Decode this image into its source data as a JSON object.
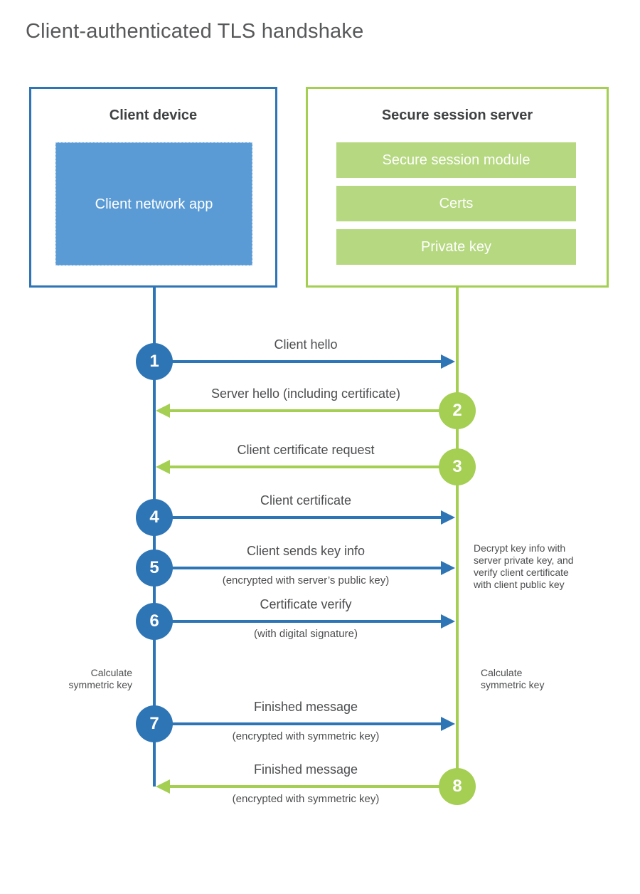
{
  "title": "Client-authenticated TLS handshake",
  "client_box": {
    "title": "Client device",
    "app_label": "Client network app"
  },
  "server_box": {
    "title": "Secure session server",
    "modules": [
      "Secure session module",
      "Certs",
      "Private key"
    ]
  },
  "steps": [
    {
      "number": "1",
      "label": "Client hello",
      "sublabel": ""
    },
    {
      "number": "2",
      "label": "Server hello (including certificate)",
      "sublabel": ""
    },
    {
      "number": "3",
      "label": "Client certificate request",
      "sublabel": ""
    },
    {
      "number": "4",
      "label": "Client certificate",
      "sublabel": ""
    },
    {
      "number": "5",
      "label": "Client sends key info",
      "sublabel": "(encrypted with server’s public key)"
    },
    {
      "number": "6",
      "label": "Certificate verify",
      "sublabel": "(with digital signature)"
    },
    {
      "number": "7",
      "label": "Finished message",
      "sublabel": "(encrypted with symmetric key)"
    },
    {
      "number": "8",
      "label": "Finished message",
      "sublabel": "(encrypted with symmetric key)"
    }
  ],
  "notes": {
    "decrypt": "Decrypt key info with server private key, and verify client certificate with client public key",
    "calc_left": "Calculate symmetric key",
    "calc_right": "Calculate symmetric key"
  },
  "colors": {
    "blue": "#2e75b6",
    "blue_fill": "#5b9bd5",
    "green": "#a4cf52",
    "green_fill": "#b5d880",
    "text": "#4c4d4f",
    "title_text": "#57585a"
  }
}
